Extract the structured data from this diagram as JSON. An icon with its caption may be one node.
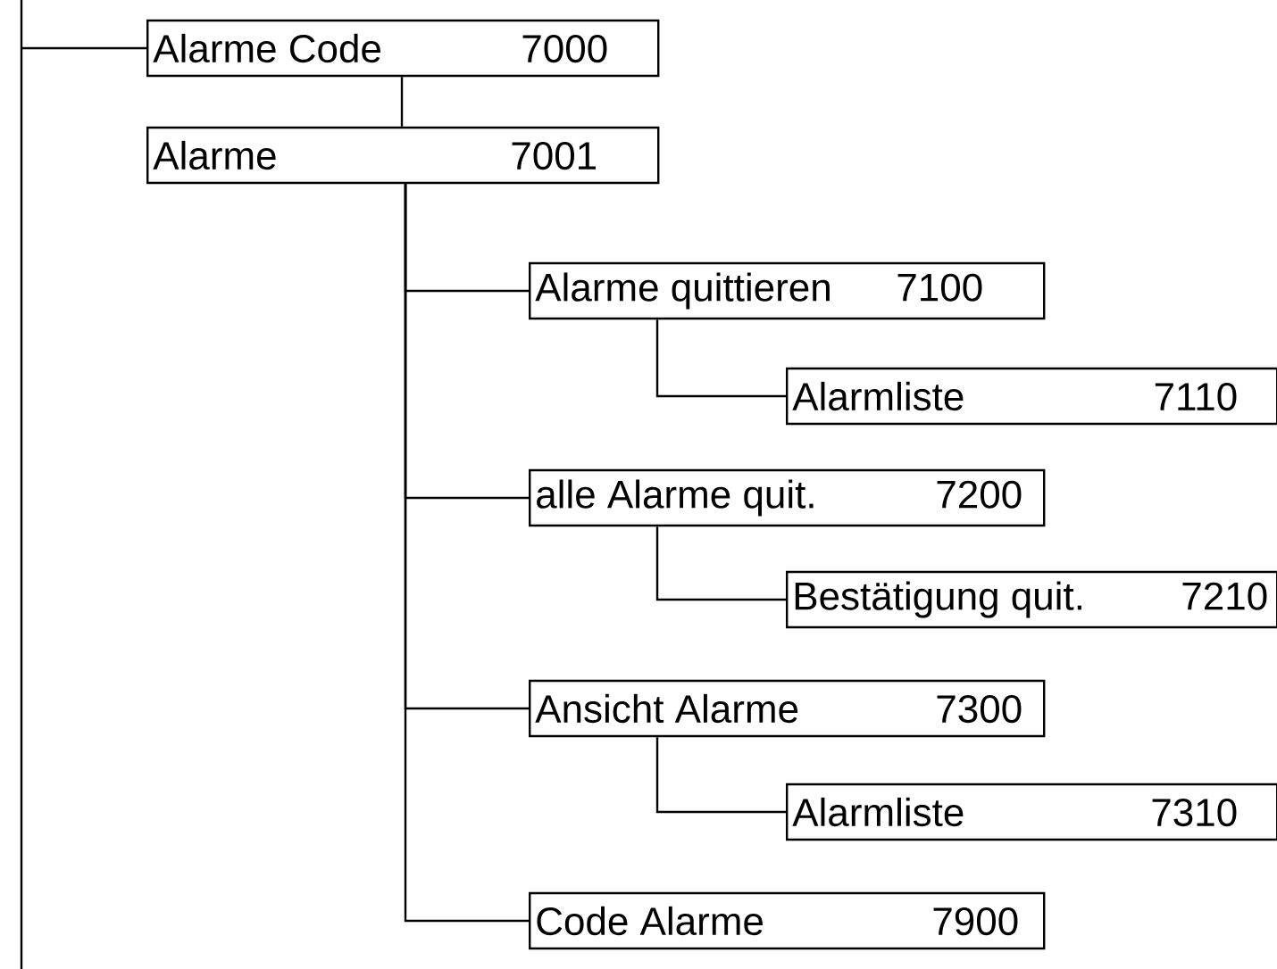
{
  "diagram": {
    "nodes": [
      {
        "text": [
          "Alarme Code",
          "7000"
        ]
      },
      {
        "text": [
          "Alarme",
          "7001"
        ]
      },
      {
        "text": [
          "Alarme quittieren",
          "7100"
        ]
      },
      {
        "text": [
          "Alarmliste",
          "7110"
        ]
      },
      {
        "text": [
          "alle Alarme quit.",
          "7200"
        ]
      },
      {
        "text": [
          "Bestätigung  quit.",
          "7210"
        ]
      },
      {
        "text": [
          "Ansicht Alarme",
          "7300"
        ]
      },
      {
        "text": [
          "Alarmliste",
          "7310"
        ]
      },
      {
        "text": [
          "Code Alarme",
          "7900"
        ]
      }
    ],
    "edges": [
      {
        "from": null,
        "to": 0,
        "arrow": "none"
      },
      {
        "from": 0,
        "to": 1,
        "arrow": "none"
      },
      {
        "from": 1,
        "to": 2,
        "arrow": "none"
      },
      {
        "from": 2,
        "to": 3,
        "arrow": "none"
      },
      {
        "from": 1,
        "to": 4,
        "arrow": "none"
      },
      {
        "from": 4,
        "to": 5,
        "arrow": "none"
      },
      {
        "from": 1,
        "to": 6,
        "arrow": "none"
      },
      {
        "from": 6,
        "to": 7,
        "arrow": "none"
      },
      {
        "from": 1,
        "to": 8,
        "arrow": "none"
      }
    ]
  }
}
